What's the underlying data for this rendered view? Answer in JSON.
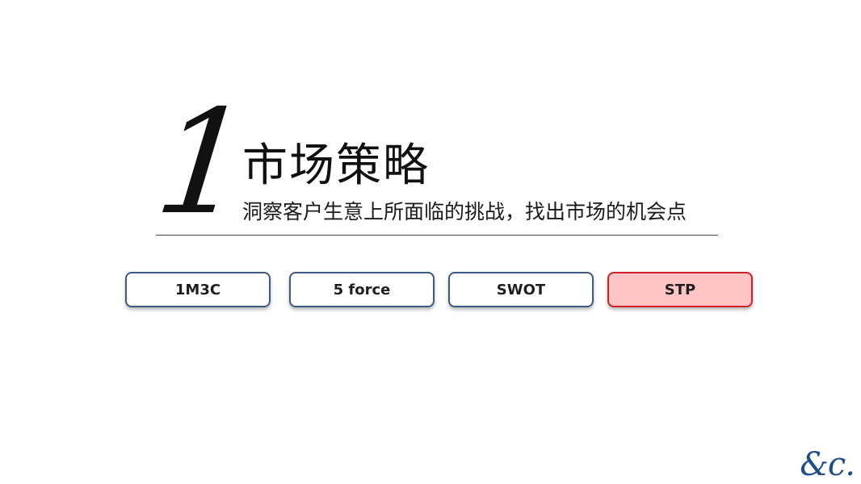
{
  "section": {
    "number": "1",
    "title": "市场策略",
    "subtitle": "洞察客户生意上所面临的挑战，找出市场的机会点"
  },
  "buttons": [
    {
      "label": "1M3C",
      "active": false
    },
    {
      "label": "5 force",
      "active": false
    },
    {
      "label": "SWOT",
      "active": false
    },
    {
      "label": "STP",
      "active": true
    }
  ],
  "logo": {
    "text": "&c."
  },
  "colors": {
    "pill_border": "#3d5a80",
    "active_border": "#d0202a",
    "active_fill": "#ffc4c6",
    "logo": "#1f4d8a"
  }
}
